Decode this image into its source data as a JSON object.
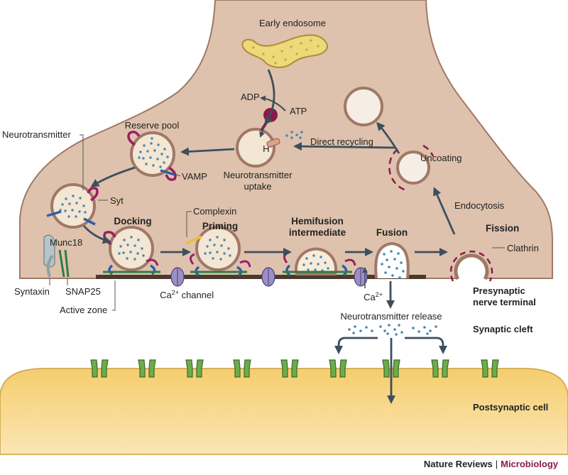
{
  "figure": {
    "labels": {
      "early_endosome": "Early endosome",
      "adp": "ADP",
      "atp": "ATP",
      "h_symbol": "H",
      "h_charge": "+",
      "direct_recycling": "Direct recycling",
      "neurotransmitter_uptake_line1": "Neurotransmitter",
      "neurotransmitter_uptake_line2": "uptake",
      "reserve_pool": "Reserve pool",
      "neurotransmitter": "Neurotransmitter",
      "vamp": "VAMP",
      "syt": "Syt",
      "uncoating": "Uncoating",
      "endocytosis": "Endocytosis",
      "complexin": "Complexin",
      "docking": "Docking",
      "priming": "Priming",
      "hemifusion_line1": "Hemifusion",
      "hemifusion_line2": "intermediate",
      "fusion": "Fusion",
      "fission": "Fission",
      "clathrin": "Clathrin",
      "munc18": "Munc18",
      "syntaxin": "Syntaxin",
      "snap25": "SNAP25",
      "active_zone": "Active zone",
      "ca_symbol": "Ca",
      "ca_charge": "2+",
      "channel_suffix": " channel",
      "presynaptic_line1": "Presynaptic",
      "presynaptic_line2": "nerve terminal",
      "neurotransmitter_release": "Neurotransmitter release",
      "synaptic_cleft": "Synaptic cleft",
      "postsynaptic_cell": "Postsynaptic cell"
    }
  },
  "credit": {
    "journal": "Nature Reviews",
    "separator": "|",
    "section": "Microbiology"
  },
  "colors": {
    "terminal": "#dec2ad",
    "terminal_outline": "#a07868",
    "postsynaptic": "#f6cd6e",
    "vesicle_membrane": "#a07868",
    "neurotransmitter": "#4a86b0",
    "clathrin": "#8b1a4a",
    "receptor": "#6dac4a",
    "ca_channel": "#9c8fc4",
    "arrow": "#3d4f5c",
    "section_accent": "#8b1a4a"
  },
  "icons": [
    "vesicle-icon",
    "early-endosome-icon",
    "proton-pump-icon",
    "transporter-icon",
    "calcium-channel-icon",
    "receptor-icon",
    "clathrin-coat-icon",
    "snare-complex-icon"
  ]
}
